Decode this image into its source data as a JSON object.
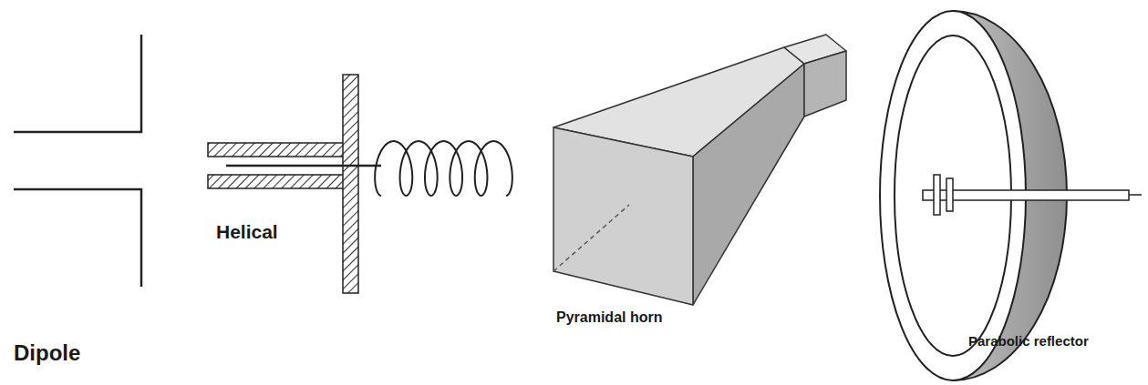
{
  "diagram": {
    "labels": [
      "Dipole",
      "Helical",
      "Pyramidal horn",
      "Parabolic reflector"
    ]
  }
}
